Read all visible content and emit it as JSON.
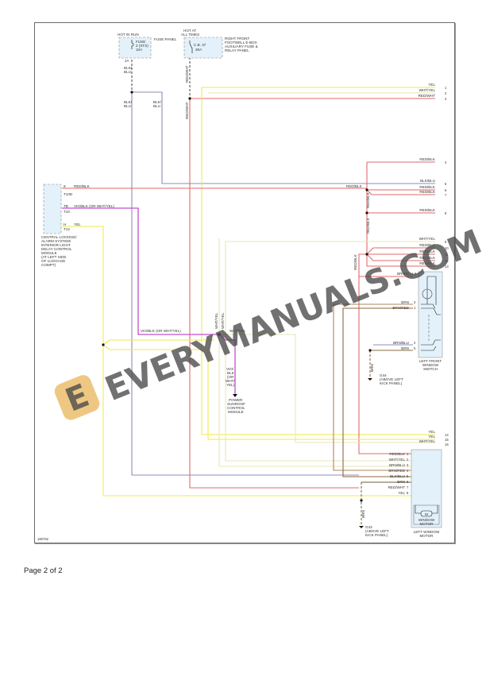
{
  "diagram": {
    "figure_id": "180752",
    "power": {
      "hot_in_run": "HOT IN RUN",
      "fuse_label_1": "FUSE",
      "fuse_label_2": "2 (STS)",
      "fuse_label_3": "10A",
      "fuse_panel": "FUSE PANEL",
      "fuse_pin": "2A",
      "hot_at_all_times_1": "HOT AT",
      "hot_at_all_times_2": "ALL TIMES",
      "cb_label_1": "C.B. 37",
      "cb_label_2": "30A",
      "cb_panel_1": "RIGHT FRONT",
      "cb_panel_2": "FOOTWELL E-BOX",
      "cb_panel_3": "AUXILIARY FUSE &",
      "cb_panel_4": "RELAY PANEL",
      "cb_pin": "U"
    },
    "wire_labels": {
      "blk_blu_top_1": "BLK/",
      "blk_blu_top_2": "BLU",
      "blk_blu_left_1": "BLK/",
      "blk_blu_left_2": "BLU",
      "blk_blu_right_1": "BLK/",
      "blk_blu_right_2": "BLU",
      "red_wht_vertical": "RED/WHT",
      "red_blk_vertical_1": "RED/BLK",
      "red_blk_vertical_2": "RED/BLK",
      "red_blk_mid": "RED/BLK",
      "vio_blk_horiz": "VIO/BLK (OR WHT/YEL)",
      "wht_yel_vert_1": "WHT/YEL",
      "wht_yel_vert_2": "WHT/YEL",
      "wht_yel_horiz": "WHT/YEL",
      "sunroof_wire_1": "VIO/",
      "sunroof_wire_2": "BLK",
      "sunroof_wire_3": "(OR",
      "sunroof_wire_4": "WHT/",
      "sunroof_wire_5": "YEL)",
      "brn_vert_switch": "BRN",
      "brn_vert_motor": "BRN"
    },
    "central_module": {
      "pins": [
        {
          "num": "9",
          "conn": "T10D",
          "wire": "RED/BLK"
        },
        {
          "num": "TB",
          "conn": "T10",
          "wire": "VIO/BLK (OR WHT/YEL)"
        },
        {
          "num": "H",
          "conn": "T12",
          "wire": "YEL"
        }
      ],
      "label": [
        "CENTRAL LOCKING/",
        "ALARM SYSTEM/",
        "INTERIOR LIGHT",
        "DELAY CONTROL",
        "MODULE",
        "(AT LEFT SIDE",
        "OF LUGGAGE",
        "COMPT)"
      ]
    },
    "right_connector_top": [
      {
        "wire": "YEL",
        "num": "1"
      },
      {
        "wire": "WHT/YEL",
        "num": "2"
      },
      {
        "wire": "RED/WHT",
        "num": "3"
      },
      {
        "wire": "RED/BLK",
        "num": "4"
      },
      {
        "wire": "BLK/BLU",
        "num": "5"
      },
      {
        "wire": "RED/BLK",
        "num": "6"
      },
      {
        "wire": "RED/BLK",
        "num": "7"
      },
      {
        "wire": "RED/BLK",
        "num": "8"
      },
      {
        "wire": "WHT/YEL",
        "num": "9"
      },
      {
        "wire": "RED/BLK",
        "num": "10"
      },
      {
        "wire": "RED/BLK",
        "num": "11"
      },
      {
        "wire": "RED/BLK",
        "num": "12"
      },
      {
        "wire": "RED/BLK",
        "num": "13"
      }
    ],
    "right_connector_bottom": [
      {
        "wire": "YEL",
        "num": "14"
      },
      {
        "wire": "YEL",
        "num": "15"
      },
      {
        "wire": "WHT/YEL",
        "num": "16"
      }
    ],
    "window_switch": {
      "label": [
        "LEFT FRONT",
        "WINDOW",
        "SWITCH"
      ],
      "pins": [
        {
          "wire": "BRN/BLU",
          "num": "6"
        },
        {
          "wire": "BRN",
          "num": "3"
        },
        {
          "wire": "BRN/RED",
          "num": "1"
        },
        {
          "wire": "BRN/BLU",
          "num": "2"
        },
        {
          "wire": "BRN",
          "num": "5"
        }
      ]
    },
    "ground_g44": [
      "G44",
      "(ABOVE LEFT",
      "KICK PANEL)"
    ],
    "sunroof_module": [
      "POWER",
      "SUNROOF",
      "CONTROL",
      "MODULE"
    ],
    "window_motor": {
      "label": [
        "LEFT WINDOW",
        "MOTOR"
      ],
      "inner_label": [
        "WINDOW",
        "MOTOR"
      ],
      "motor_symbol": "M",
      "pins": [
        {
          "wire": "RED/BLK",
          "num": "1"
        },
        {
          "wire": "WHT/YEL",
          "num": "2"
        },
        {
          "wire": "BRN/BLU",
          "num": "3"
        },
        {
          "wire": "BRN/RED",
          "num": "4"
        },
        {
          "wire": "BLK/BLU",
          "num": "5"
        },
        {
          "wire": "BRN",
          "num": "6"
        },
        {
          "wire": "RED/WHT",
          "num": "7"
        },
        {
          "wire": "YEL",
          "num": "8"
        }
      ]
    },
    "ground_g43": [
      "G43",
      "(ABOVE LEFT",
      "KICK PANEL)"
    ],
    "colors": {
      "yel": "#f2ea4a",
      "wht_yel": "#e8e6b8",
      "red": "#e06a6a",
      "blk_blu": "#8c8cb8",
      "vio": "#c24fd0",
      "brn": "#b3865a",
      "brn_dark": "#8a6a40",
      "module_fill": "#e3f1fa"
    }
  },
  "watermark": {
    "text": "EVERYMANUALS.COM",
    "logo_letter": "E"
  },
  "footer": {
    "page_label": "Page 2 of 2"
  }
}
